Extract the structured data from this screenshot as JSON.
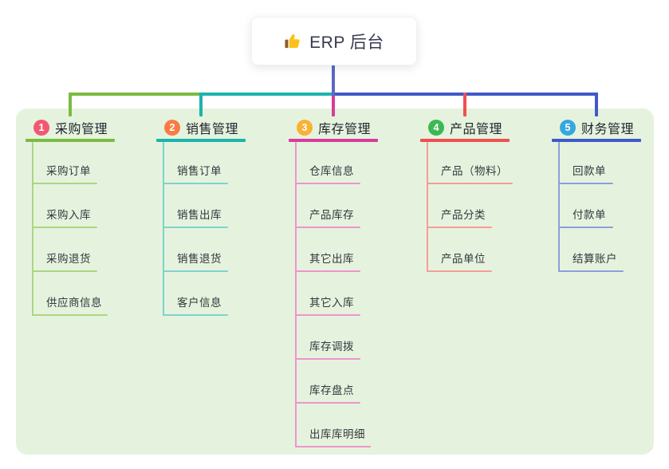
{
  "root": {
    "label": "ERP 后台",
    "icon": "thumbs-up-icon"
  },
  "panel": {
    "background": "#e5f3de"
  },
  "connector": {
    "root_line_color": "#5b68c4"
  },
  "branches": [
    {
      "badge": "1",
      "label": "采购管理",
      "badge_color": "#f25872",
      "line_color": "#7cbb41",
      "child_line_color": "#abd67f",
      "children": [
        "采购订单",
        "采购入库",
        "采购退货",
        "供应商信息"
      ]
    },
    {
      "badge": "2",
      "label": "销售管理",
      "badge_color": "#f97c45",
      "line_color": "#1db3ad",
      "child_line_color": "#7fd2cc",
      "children": [
        "销售订单",
        "销售出库",
        "销售退货",
        "客户信息"
      ]
    },
    {
      "badge": "3",
      "label": "库存管理",
      "badge_color": "#f9b234",
      "line_color": "#d83c9c",
      "child_line_color": "#ee95c9",
      "children": [
        "仓库信息",
        "产品库存",
        "其它出库",
        "其它入库",
        "库存调拨",
        "库存盘点",
        "出库库明细"
      ]
    },
    {
      "badge": "4",
      "label": "产品管理",
      "badge_color": "#3cb854",
      "line_color": "#f04f4f",
      "child_line_color": "#f79c96",
      "children": [
        "产品（物料）",
        "产品分类",
        "产品单位"
      ]
    },
    {
      "badge": "5",
      "label": "财务管理",
      "badge_color": "#35a8e0",
      "line_color": "#4059c8",
      "child_line_color": "#8d9eda",
      "children": [
        "回款单",
        "付款单",
        "结算账户"
      ]
    }
  ]
}
